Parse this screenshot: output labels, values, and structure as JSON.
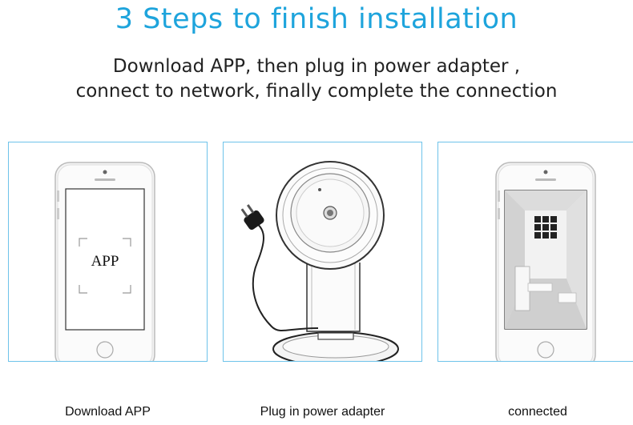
{
  "header": {
    "title": "3 Steps to finish installation",
    "subtitle_line1": "Download APP, then plug in power adapter ,",
    "subtitle_line2": "connect to network, finally complete the connection"
  },
  "steps": [
    {
      "caption": "Download APP",
      "screen_label": "APP"
    },
    {
      "caption": "Plug in power adapter"
    },
    {
      "caption": "connected"
    }
  ],
  "colors": {
    "accent": "#1ea4dc",
    "panel_border": "#6ec3ea"
  }
}
